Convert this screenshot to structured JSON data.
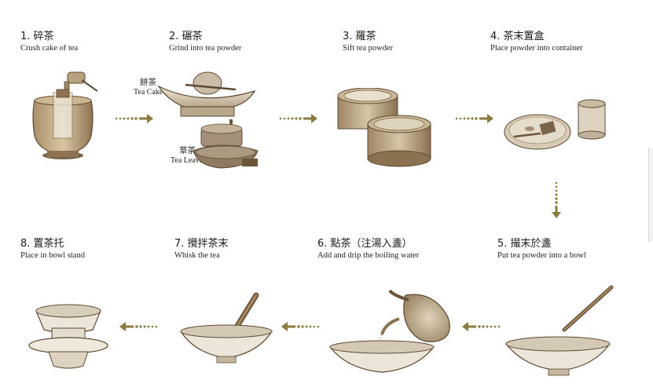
{
  "steps": [
    {
      "num": "1.",
      "zh": "碎茶",
      "en": "Crush cake of tea"
    },
    {
      "num": "2.",
      "zh": "碾茶",
      "en": "Grind into tea powder"
    },
    {
      "num": "3.",
      "zh": "羅茶",
      "en": "Sift tea powder"
    },
    {
      "num": "4.",
      "zh": "茶末置盒",
      "en": "Place powder into container"
    },
    {
      "num": "5.",
      "zh": "撮末於盞",
      "en": "Put tea powder into a bowl"
    },
    {
      "num": "6.",
      "zh": "點茶（注湯入盞）",
      "en": "Add and drip the boiling water"
    },
    {
      "num": "7.",
      "zh": "攪拌茶末",
      "en": "Whisk the tea"
    },
    {
      "num": "8.",
      "zh": "置茶托",
      "en": "Place in bowl stand"
    }
  ],
  "labels": {
    "tea_cake_zh": "餅茶",
    "tea_cake_en": "Tea Cake",
    "tea_leaves_zh": "草茶",
    "tea_leaves_en": "Tea Leaves"
  },
  "colors": {
    "arrow": "#8a7a3c",
    "ink": "#1e1a16",
    "clay": "#b8a58a",
    "clay_dark": "#8c7658",
    "porcelain": "#ece6da"
  }
}
